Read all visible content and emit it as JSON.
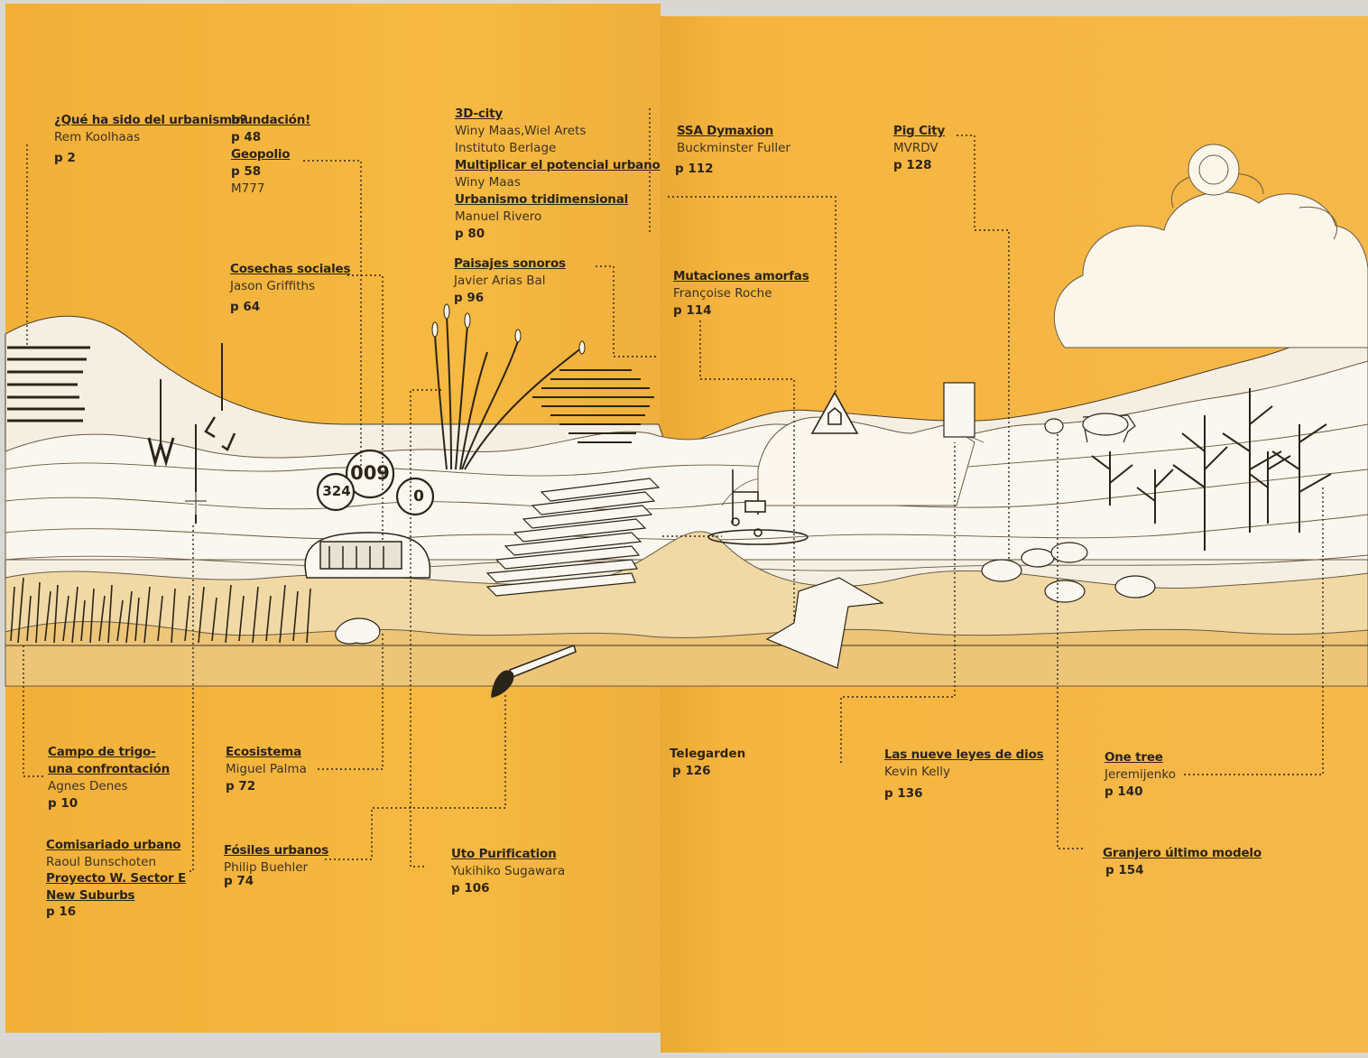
{
  "entries": {
    "urbanismo": {
      "title": "¿Qué ha sido del urbanismo?",
      "author": "Rem Koolhaas",
      "page": "p 2"
    },
    "inundacion": {
      "title": "Inundación!",
      "page": "p 48"
    },
    "geopolio": {
      "title": "Geopolio",
      "page": "p 58",
      "author": "M777"
    },
    "cosechas": {
      "title": "Cosechas sociales",
      "author": "Jason Griffiths",
      "page": "p 64"
    },
    "city3d": {
      "title": "3D-city",
      "author": "Winy Maas,Wiel Arets",
      "author2": "Instituto Berlage"
    },
    "multiplicar": {
      "title": "Multiplicar el potencial urbano",
      "author": "Winy Maas"
    },
    "tridimensional": {
      "title": "Urbanismo tridimensional",
      "author": "Manuel Rivero",
      "page": "p 80"
    },
    "paisajes": {
      "title": "Paisajes sonoros",
      "author": "Javier Arias Bal",
      "page": "p 96"
    },
    "dymaxion": {
      "title": "SSA Dymaxion",
      "author": "Buckminster Fuller",
      "page": "p 112"
    },
    "pigcity": {
      "title": "Pig City",
      "author": "MVRDV",
      "page": "p 128"
    },
    "mutaciones": {
      "title": "Mutaciones  amorfas",
      "author": "Françoise Roche",
      "page": "p 114"
    },
    "campo": {
      "title": "Campo de trigo-",
      "title2": "una confrontación",
      "author": "Agnes Denes",
      "page": "p 10"
    },
    "ecosistema": {
      "title": "Ecosistema",
      "author": "Miguel Palma",
      "page": "p 72"
    },
    "comisariado": {
      "title": "Comisariado urbano",
      "author": "Raoul Bunschoten",
      "title2": "Proyecto W. Sector E",
      "title3": "New Suburbs",
      "page": "p 16"
    },
    "fosiles": {
      "title": "Fósiles urbanos",
      "author": "Philip Buehler",
      "page": "p 74"
    },
    "uto": {
      "title": "Uto Purification",
      "author": "Yukihiko Sugawara",
      "page": "p 106"
    },
    "telegarden": {
      "title": "Telegarden",
      "page": "p 126"
    },
    "nueve": {
      "title": "Las nueve leyes de dios",
      "author": "Kevin Kelly",
      "page": "p 136"
    },
    "onetree": {
      "title": "One tree",
      "author": "Jeremijenko",
      "page": "p 140"
    },
    "granjero": {
      "title": "Granjero último modelo",
      "page": "p 154"
    }
  },
  "stamps": {
    "s009": "009",
    "s324": "324",
    "s0": "0"
  },
  "colors": {
    "page": "#f6b941",
    "ink": "#2b2418",
    "land": "#f1d9a6",
    "white": "#f7f4ee"
  }
}
